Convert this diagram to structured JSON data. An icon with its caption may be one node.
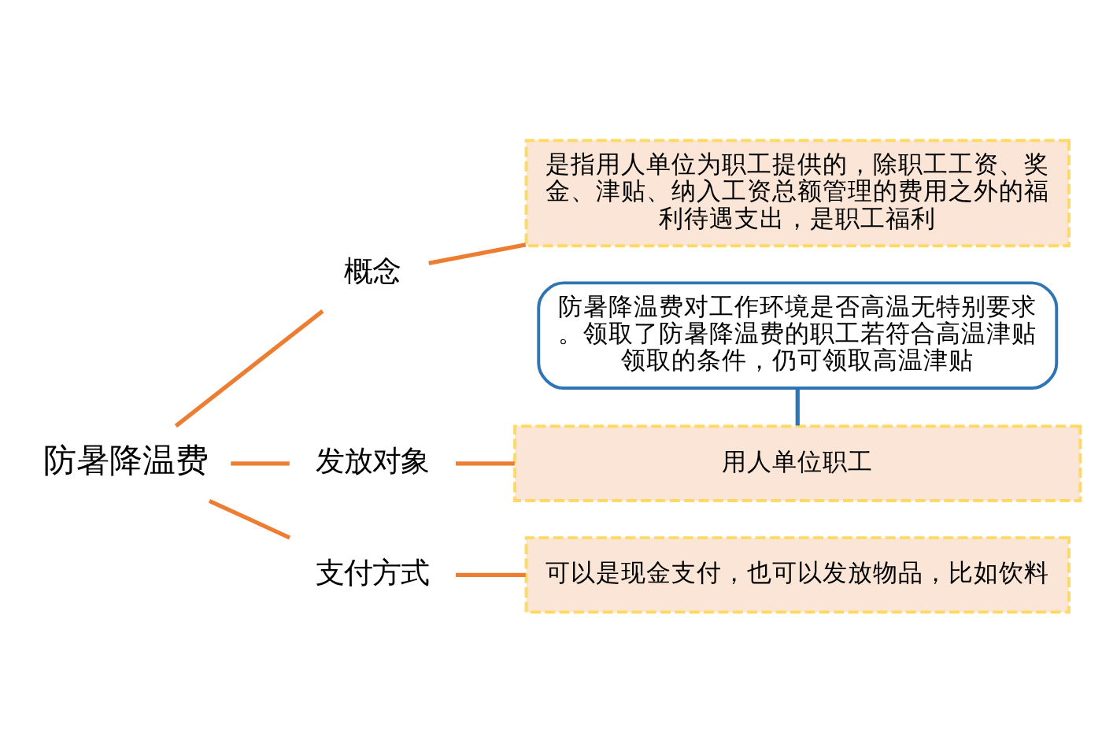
{
  "diagram": {
    "nodes": [
      {
        "text": [
          "防暑降温费"
        ]
      },
      {
        "text": [
          "概念"
        ]
      },
      {
        "text": [
          "是指用人单位为职工提供的，除职工工资、奖金、津贴、纳入工资总额管理的费用之外的福利待遇支出，是职工福利"
        ]
      },
      {
        "text": [
          "发放对象"
        ]
      },
      {
        "text": [
          "用人单位职工"
        ]
      },
      {
        "text": [
          "防暑降温费对工作环境是否高温无特别要求。领取了防暑降温费的职工若符合高温津贴领取的条件，仍可领取高温津贴"
        ]
      },
      {
        "text": [
          "支付方式"
        ]
      },
      {
        "text": [
          "可以是现金支付，也可以发放物品，比如饮料"
        ]
      }
    ],
    "edges": [
      {
        "from": 0,
        "to": 1,
        "arrow": "none"
      },
      {
        "from": 0,
        "to": 3,
        "arrow": "none"
      },
      {
        "from": 0,
        "to": 6,
        "arrow": "none"
      },
      {
        "from": 1,
        "to": 2,
        "arrow": "none"
      },
      {
        "from": 3,
        "to": 4,
        "arrow": "none"
      },
      {
        "from": 5,
        "to": 4,
        "arrow": "none",
        "color": "#2e75b6"
      },
      {
        "from": 6,
        "to": 7,
        "arrow": "none"
      }
    ]
  }
}
